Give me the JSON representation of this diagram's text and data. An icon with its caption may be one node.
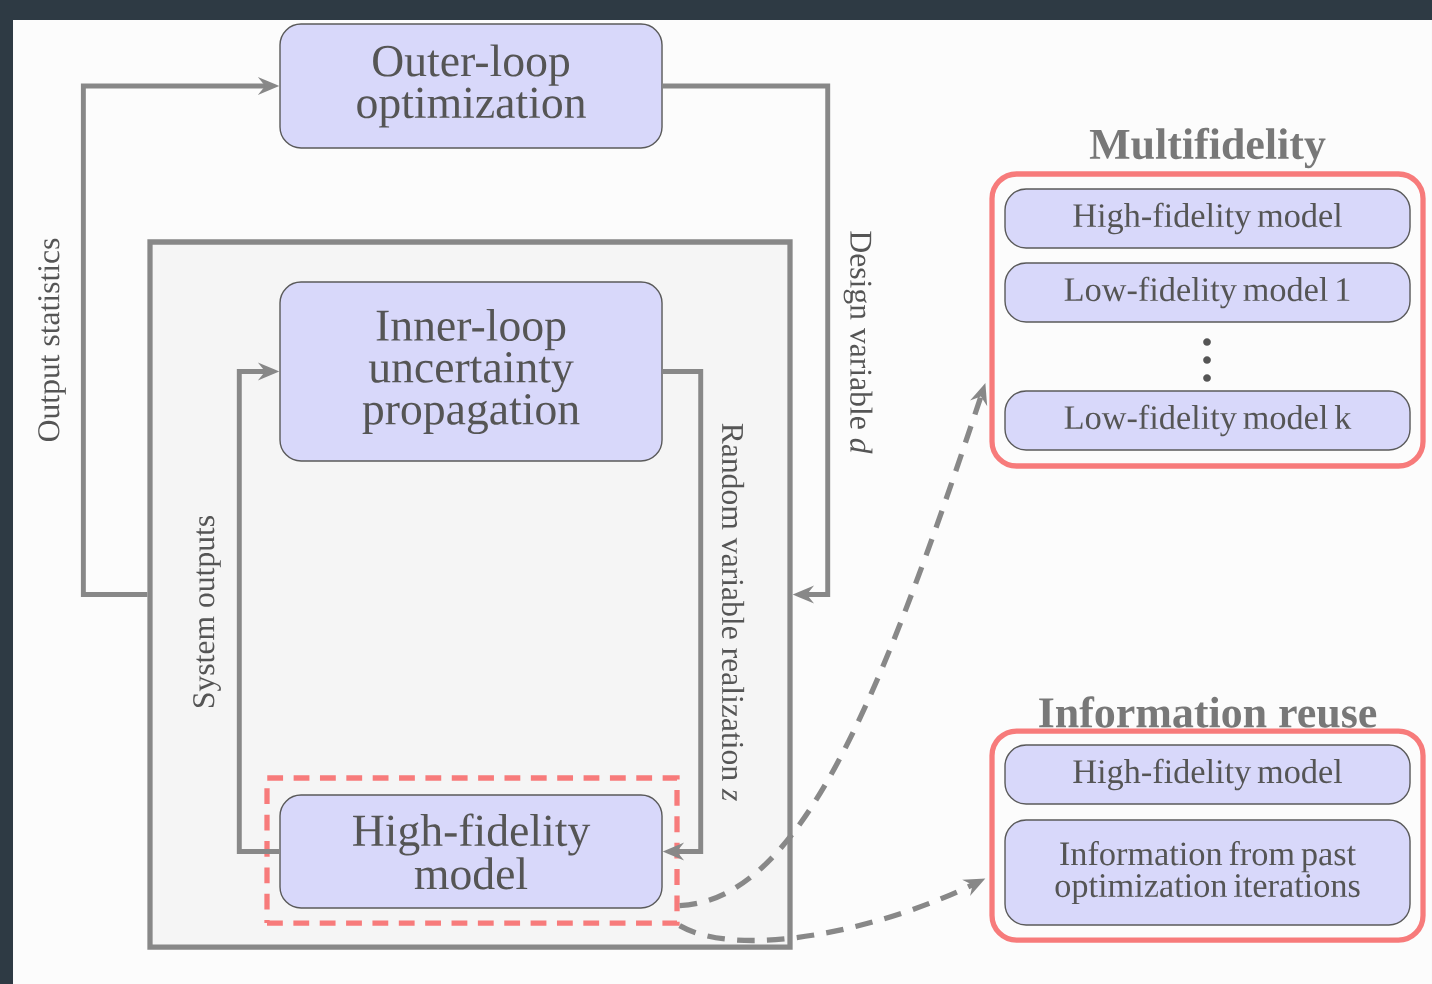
{
  "diagram": {
    "nodes": [
      {
        "text": [
          "Outer-loop optimization"
        ]
      },
      {
        "text": [],
        "shape": "box"
      },
      {
        "text": [
          "Inner-loop uncertainty propagation"
        ],
        "in": 1
      },
      {
        "text": [],
        "shape": "box",
        "in": 1
      },
      {
        "text": [
          "High-fidelity model"
        ],
        "in": 3
      },
      {
        "text": [
          "Multifidelity"
        ]
      },
      {
        "text": [
          "High-fidelity model"
        ],
        "in": 5
      },
      {
        "text": [
          "Low-fidelity model 1"
        ],
        "in": 5
      },
      {
        "text": [
          "Low-fidelity model k"
        ],
        "in": 5
      },
      {
        "text": [
          "Information reuse"
        ]
      },
      {
        "text": [
          "High-fidelity model"
        ],
        "in": 9
      },
      {
        "text": [
          "Information from past optimization iterations"
        ],
        "in": 9
      }
    ],
    "edges": [
      {
        "from": 1,
        "to": 0,
        "arrow": "to",
        "label": "Output statistics"
      },
      {
        "from": 0,
        "to": 1,
        "arrow": "to",
        "label": "Design variable *d*"
      },
      {
        "from": 4,
        "to": 2,
        "arrow": "to",
        "label": "System outputs"
      },
      {
        "from": 2,
        "to": 4,
        "arrow": "to",
        "label": "Random variable realization *z*"
      },
      {
        "from": 3,
        "to": 5,
        "arrow": "to",
        "style": "dashed"
      },
      {
        "from": 3,
        "to": 9,
        "arrow": "to",
        "style": "dashed"
      }
    ]
  }
}
